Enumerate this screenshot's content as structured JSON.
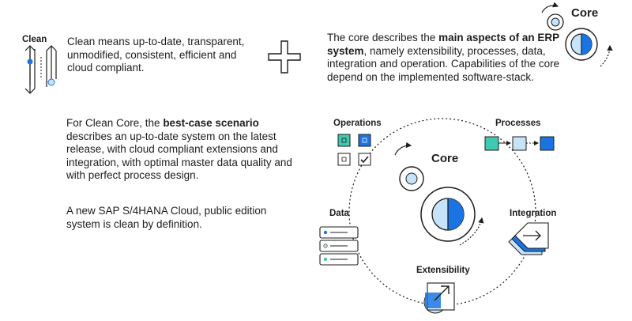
{
  "clean": {
    "label": "Clean",
    "description": "Clean means up-to-date, transparent, unmodified, consistent, efficient and cloud compliant."
  },
  "core_intro": {
    "title": "Core",
    "text_before": "The core describes the ",
    "text_bold": "main aspects of an ERP system",
    "text_after": ", namely extensibility, processes, data, integration and operation. Capabilities of the core depend on the implemented software-stack."
  },
  "scenario": {
    "text_before": "For Clean Core, the ",
    "text_bold": "best-case scenario",
    "text_after": " describes an up-to-date system on the latest release, with cloud compliant extensions and integration, with optimal master data quality and with perfect process design."
  },
  "public_edition": {
    "text": "A new SAP S/4HANA Cloud, public edition system is clean by definition."
  },
  "diagram": {
    "center_label": "Core",
    "labels": {
      "operations": "Operations",
      "processes": "Processes",
      "data": "Data",
      "integration": "Integration",
      "extensibility": "Extensibility"
    }
  },
  "icons": [
    "arrows-updown-icon",
    "plus-icon",
    "gears-icon",
    "operations-icon",
    "processes-icon",
    "database-icon",
    "integration-icon",
    "extensibility-icon"
  ],
  "colors": {
    "accent_blue": "#1b74e4",
    "light_blue": "#c7e3fa",
    "teal": "#3fc9b0",
    "dark": "#1d1d1b"
  }
}
